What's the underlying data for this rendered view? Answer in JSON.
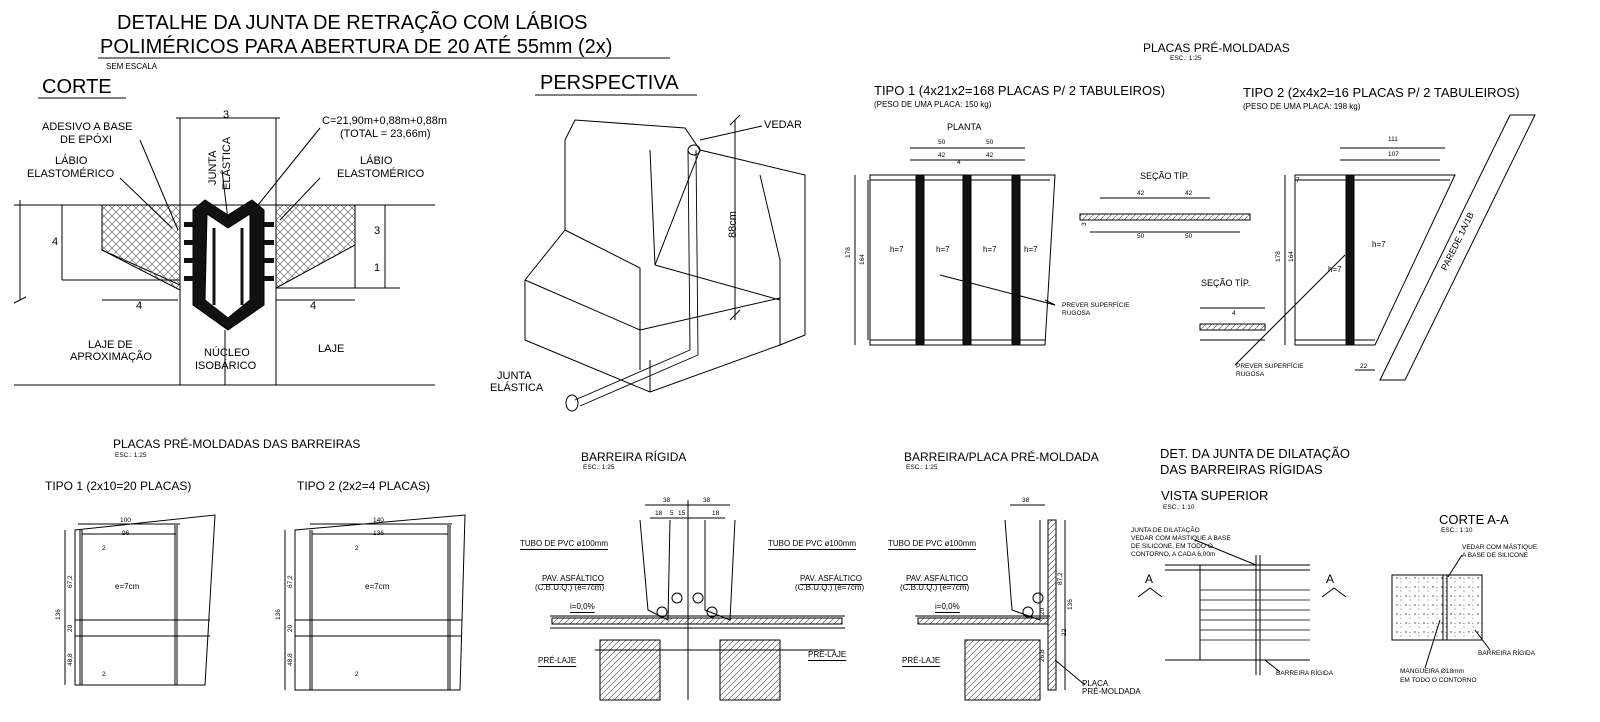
{
  "main": {
    "title_line1": "DETALHE DA JUNTA DE RETRAÇÃO COM LÁBIOS",
    "title_line2": "POLIMÉRICOS PARA ABERTURA DE 20 ATÉ 55mm (2x)",
    "scale_note": "SEM ESCALA"
  },
  "corte": {
    "title": "CORTE",
    "adesivo": "ADESIVO A BASE",
    "adesivo2": "DE EPÓXI",
    "labio_left": "LÁBIO",
    "labio_left2": "ELASTOMÉRICO",
    "labio_right": "LÁBIO",
    "labio_right2": "ELASTOMÉRICO",
    "junta": "JUNTA",
    "elastica": "ELÁSTICA",
    "formula": "C=21,90m+0,88m+0,88m",
    "total": "(TOTAL = 23,66m)",
    "dim_3_top": "3",
    "dim_4_left": "4",
    "dim_3_right": "3",
    "dim_1_right": "1",
    "dim_4_bottom_left": "4",
    "dim_4_bottom_right": "4",
    "laje_aprox1": "LAJE DE",
    "laje_aprox2": "APROXIMAÇÃO",
    "nucleo1": "NÚCLEO",
    "nucleo2": "ISOBÁRICO",
    "laje": "LAJE"
  },
  "perspectiva": {
    "title": "PERSPECTIVA",
    "vedar": "VEDAR",
    "dim_88": "88cm",
    "junta1": "JUNTA",
    "junta2": "ELÁSTICA"
  },
  "placas": {
    "title": "PLACAS PRÉ-MOLDADAS",
    "scale": "ESC.: 1:25",
    "tipo1": "TIPO 1 (4x21x2=168 PLACAS P/ 2 TABULEIROS)",
    "tipo1_peso": "(PESO DE UMA PLACA: 150 kg)",
    "tipo2": "TIPO 2 (2x4x2=16 PLACAS P/ 2 TABULEIROS)",
    "tipo2_peso": "(PESO DE UMA PLACA: 198 kg)",
    "planta": "PLANTA",
    "secao1": "SEÇÃO TÍP.",
    "secao2": "SEÇÃO TÍP.",
    "h7": "h=7",
    "prever1": "PREVER SUPERFÍCIE",
    "rugosa": "RUGOSA",
    "parede": "PAREDE 1A/1B",
    "d50": "50",
    "d42": "42",
    "d4": "4",
    "d178": "178",
    "d164": "164",
    "d111": "111",
    "d107": "107",
    "d22": "22",
    "d7": "7",
    "d3": "3"
  },
  "barreiras": {
    "title": "PLACAS PRÉ-MOLDADAS DAS BARREIRAS",
    "scale": "ESC.: 1:25",
    "tipo1": "TIPO 1 (2x10=20 PLACAS)",
    "tipo2": "TIPO 2 (2x2=4 PLACAS)",
    "e7": "e=7cm",
    "d100": "100",
    "d96": "96",
    "d140": "140",
    "d136": "136",
    "d2": "2",
    "d672": "67,2",
    "d20": "20",
    "d488": "48,8"
  },
  "rigida": {
    "title": "BARREIRA RÍGIDA",
    "scale": "ESC.: 1:25",
    "tubo": "TUBO DE PVC ø100mm",
    "pav1": "PAV. ASFÁLTICO",
    "pav2": "(C.B.U.Q.) (e=7cm)",
    "i": "i=0,0%",
    "prelaje": "PRÉ-LAJE",
    "d38": "38",
    "d18": "18",
    "d5": "5",
    "d15": "15"
  },
  "premoldada": {
    "title": "BARREIRA/PLACA PRÉ-MOLDADA",
    "scale": "ESC.: 1:25",
    "tubo": "TUBO DE PVC ø100mm",
    "pav1": "PAV. ASFÁLTICO",
    "pav2": "(C.B.U.Q.) (e=7cm)",
    "i": "i=0,0%",
    "prelaje": "PRÉ-LAJE",
    "placa1": "PLACA",
    "placa2": "PRÉ-MOLDADA",
    "d38": "38",
    "d136": "136",
    "d872": "87,2",
    "d22": "22",
    "d20": "20",
    "d268": "26,8"
  },
  "dilatacao": {
    "title1": "DET. DA JUNTA DE DILATAÇÃO",
    "title2": "DAS BARREIRAS RÍGIDAS",
    "vista": "VISTA SUPERIOR",
    "vista_scale": "ESC.: 1:10",
    "junta_note1": "JUNTA DE DILATAÇÃO",
    "junta_note2": "VEDAR COM MÁSTIQUE A BASE",
    "junta_note3": "DE SILICONE, EM TODO O",
    "junta_note4": "CONTORNO, A CADA 6,00m",
    "a_left": "A",
    "a_right": "A",
    "barreira": "BARREIRA RÍGIDA",
    "corte_aa": "CORTE A-A",
    "corte_scale": "ESC.: 1:10",
    "vedar1": "VEDAR COM MÁSTIQUE",
    "vedar2": "A BASE DE SILICONE",
    "mangueira1": "MANGUEIRA Ø18mm",
    "mangueira2": "EM TODO O CONTORNO",
    "barreira2": "BARREIRA RÍGIDA"
  }
}
